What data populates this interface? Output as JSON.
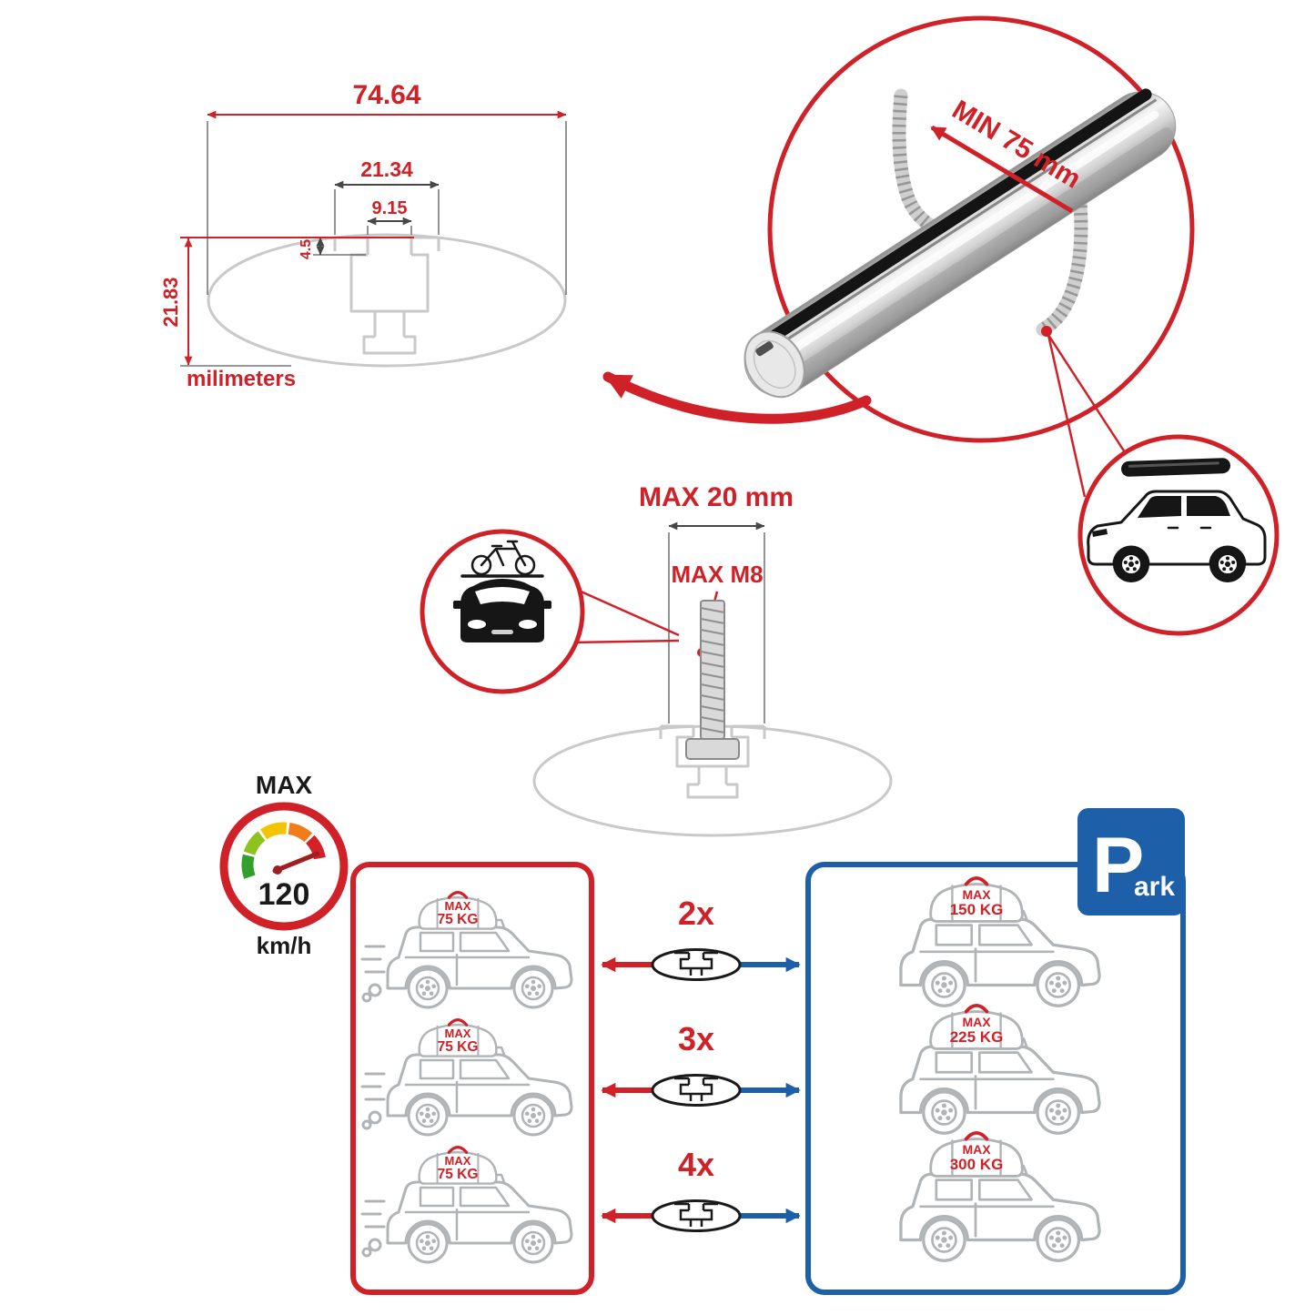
{
  "colors": {
    "accent_red": "#cf2127",
    "accent_blue": "#1d5fa8",
    "ghost_gray": "#c9c9c9",
    "car_gray": "#b0b4b7",
    "ink_black": "#161616"
  },
  "cross_section": {
    "overall_width": "74.64",
    "channel_width": "21.34",
    "slot_width": "9.15",
    "slot_depth": "4.5",
    "overall_height": "21.83",
    "units": "milimeters"
  },
  "clamp_detail": {
    "min_clearance": "MIN 75 mm"
  },
  "bolt_detail": {
    "max_protrusion": "MAX 20 mm",
    "max_thread": "MAX M8"
  },
  "speed": {
    "label": "MAX",
    "value": "120",
    "units": "km/h"
  },
  "parking": {
    "letter": "P",
    "suffix": "ark"
  },
  "capacity": {
    "rows": [
      {
        "count": "2x",
        "left_max": "MAX",
        "left_kg": "75 KG",
        "right_max": "MAX",
        "right_kg": "150 KG"
      },
      {
        "count": "3x",
        "left_max": "MAX",
        "left_kg": "75 KG",
        "right_max": "MAX",
        "right_kg": "225 KG"
      },
      {
        "count": "4x",
        "left_max": "MAX",
        "left_kg": "75 KG",
        "right_max": "MAX",
        "right_kg": "300 KG"
      }
    ]
  }
}
